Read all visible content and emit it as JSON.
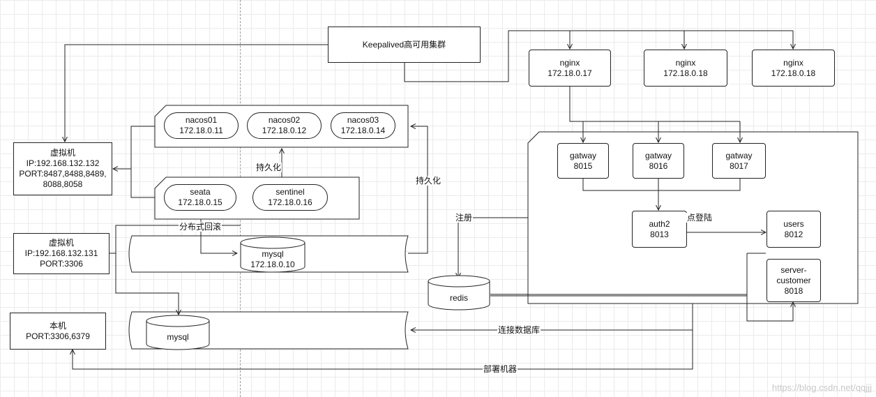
{
  "keepalived": {
    "label": "Keepalived高可用集群"
  },
  "nginx_nodes": [
    {
      "name": "nginx",
      "ip": "172.18.0.17"
    },
    {
      "name": "nginx",
      "ip": "172.18.0.18"
    },
    {
      "name": "nginx",
      "ip": "172.18.0.18"
    }
  ],
  "nacos_nodes": [
    {
      "name": "nacos01",
      "ip": "172.18.0.11"
    },
    {
      "name": "nacos02",
      "ip": "172.18.0.12"
    },
    {
      "name": "nacos03",
      "ip": "172.18.0.14"
    }
  ],
  "seata": {
    "name": "seata",
    "ip": "172.18.0.15"
  },
  "sentinel": {
    "name": "sentinel",
    "ip": "172.18.0.16"
  },
  "vm1": {
    "title": "虚拟机",
    "ip": "IP:192.168.132.132",
    "port_line1": "PORT:8487,8488,8489,",
    "port_line2": "8088,8058"
  },
  "vm2": {
    "title": "虚拟机",
    "ip": "IP:192.168.132.131",
    "port": "PORT:3306"
  },
  "local": {
    "title": "本机",
    "port": "PORT:3306,6379"
  },
  "mysql_container": {
    "name": "mysql",
    "ip": "172.18.0.10"
  },
  "mysql_local": {
    "name": "mysql"
  },
  "redis": {
    "name": "redis"
  },
  "gateways": [
    {
      "name": "gatway",
      "port": "8015"
    },
    {
      "name": "gatway",
      "port": "8016"
    },
    {
      "name": "gatway",
      "port": "8017"
    }
  ],
  "auth": {
    "name": "auth2",
    "port": "8013"
  },
  "users": {
    "name": "users",
    "port": "8012"
  },
  "server_customer": {
    "line1": "server-",
    "line2": "customer",
    "port": "8018"
  },
  "labels": {
    "persist_nacos": "持久化",
    "persist_mysql": "持久化",
    "rollback": "分布式回滚",
    "register": "注册",
    "single_sign_on": "点登陆",
    "connect_db": "连接数据库",
    "deploy": "部署机器"
  },
  "watermark": "https://blog.csdn.net/qqjjj"
}
